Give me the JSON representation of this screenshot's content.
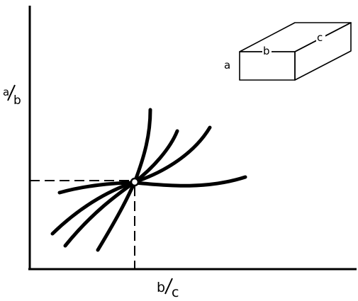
{
  "axes": {
    "x_label": {
      "main": "b",
      "sub": "c"
    },
    "y_label": {
      "main": "a",
      "sub": "b"
    }
  },
  "box": {
    "edge_labels": {
      "a": "a",
      "b": "b",
      "c": "c"
    }
  },
  "colors": {
    "ink": "#000000",
    "background": "#ffffff"
  }
}
